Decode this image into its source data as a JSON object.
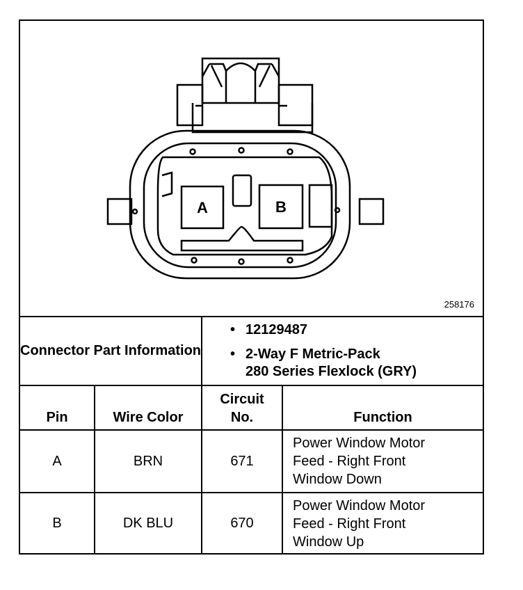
{
  "figure": {
    "id": "258176"
  },
  "connector": {
    "pins": [
      "A",
      "B"
    ]
  },
  "info": {
    "label": "Connector Part Information",
    "part_number": "12129487",
    "description_line1": "2-Way F Metric-Pack",
    "description_line2": "280 Series Flexlock (GRY)"
  },
  "table": {
    "headers": {
      "pin": "Pin",
      "wire_color": "Wire Color",
      "circuit": "Circuit No.",
      "function": "Function"
    },
    "rows": [
      {
        "pin": "A",
        "wire_color": "BRN",
        "circuit": "671",
        "function_lines": [
          "Power Window Motor",
          "Feed - Right Front",
          "Window Down"
        ]
      },
      {
        "pin": "B",
        "wire_color": "DK BLU",
        "circuit": "670",
        "function_lines": [
          "Power Window Motor",
          "Feed - Right Front",
          "Window Up"
        ]
      }
    ]
  },
  "bullet": "•"
}
